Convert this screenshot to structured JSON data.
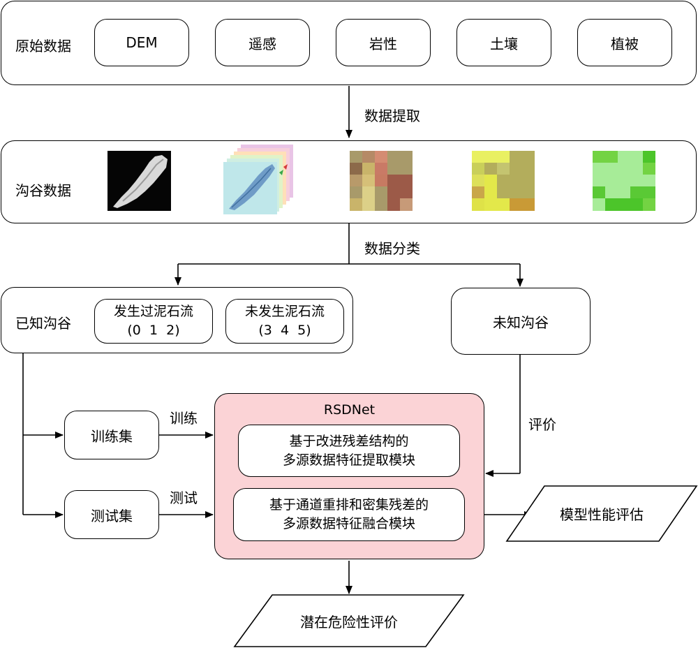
{
  "row1": {
    "title": "原始数据",
    "items": [
      "DEM",
      "遥感",
      "岩性",
      "土壤",
      "植被"
    ]
  },
  "edge1": "数据提取",
  "row2": {
    "title": "沟谷数据",
    "images": [
      "dem-gully-image",
      "remote-sensing-stack-image",
      "lithology-grid-image",
      "soil-grid-image",
      "vegetation-grid-image"
    ]
  },
  "edge2": "数据分类",
  "known": {
    "title": "已知沟谷",
    "occurred_line1": "发生过泥石流",
    "occurred_line2": "(0  1  2)",
    "not_line1": "未发生泥石流",
    "not_line2": "(3  4  5)"
  },
  "unknown": {
    "title": "未知沟谷"
  },
  "eval_edge": "评价",
  "train": {
    "label": "训练集",
    "edge": "训练"
  },
  "test": {
    "label": "测试集",
    "edge": "测试"
  },
  "rsdnet": {
    "title": "RSDNet",
    "module1_line1": "基于改进残差结构的",
    "module1_line2": "多源数据特征提取模块",
    "module2_line1": "基于通道重排和密集残差的",
    "module2_line2": "多源数据特征融合模块"
  },
  "outputs": {
    "performance": "模型性能评估",
    "potential": "潜在危险性评价"
  },
  "colors": {
    "rsdnet_fill": "#fbd3d6",
    "line": "#000000"
  }
}
